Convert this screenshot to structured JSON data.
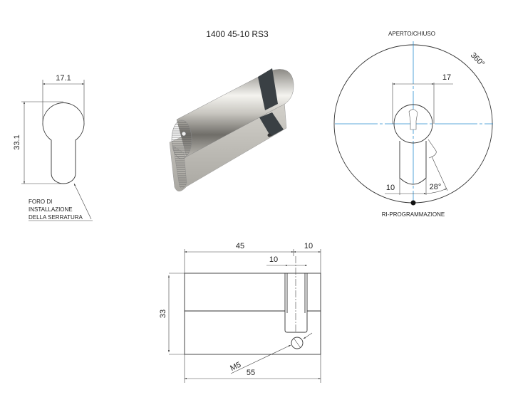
{
  "title": "1400 45-10 RS3",
  "profile": {
    "width_dim": "17.1",
    "height_dim": "33.1",
    "note_lines": [
      "FORO DI",
      "INSTALLAZIONE",
      "DELLA SERRATURA"
    ]
  },
  "front_view": {
    "top_label": "APERTO/CHIUSO",
    "bottom_label": "RI-PROGRAMMAZIONE",
    "rotation_dim": "360°",
    "head_width_dim": "17",
    "cam_width_dim": "10",
    "cam_angle_dim": "28°"
  },
  "side_view": {
    "length_a": "45",
    "length_b": "10",
    "cam_width": "10",
    "height": "33",
    "total_length": "55",
    "screw": "M5"
  },
  "colors": {
    "centerline": "#2a8fd0",
    "cam": "#3a4044"
  }
}
